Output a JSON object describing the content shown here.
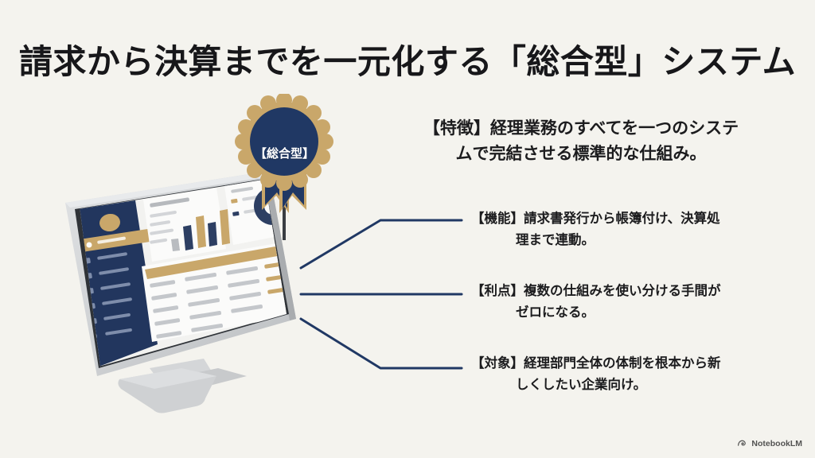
{
  "slide": {
    "background_color": "#f4f3ee",
    "title": "請求から決算までを一元化する「総合型」システム",
    "accent_navy": "#203864",
    "accent_gold": "#c9a76a",
    "text_color": "#1c1c1e"
  },
  "badge": {
    "label": "【総合型】",
    "circle_color": "#203864",
    "rim_color": "#c9a76a",
    "ribbon_color": "#203864"
  },
  "feature": {
    "line1": "【特徴】経理業務のすべてを一つのシステ",
    "line2": "ムで完結させる標準的な仕組み。",
    "full": "【特徴】経理業務のすべてを一つのシステムで完結させる標準的な仕組み。"
  },
  "bullets": [
    {
      "key": "機能",
      "line1": "【機能】請求書発行から帳簿付け、決算処",
      "line2": "理まで連動。",
      "full": "【機能】請求書発行から帳簿付け、決算処理まで連動。"
    },
    {
      "key": "利点",
      "line1": "【利点】複数の仕組みを使い分ける手間が",
      "line2": "ゼロになる。",
      "full": "【利点】複数の仕組みを使い分ける手間がゼロになる。"
    },
    {
      "key": "対象",
      "line1": "【対象】経理部門全体の体制を根本から新",
      "line2": "しくしたい企業向け。",
      "full": "【対象】経理部門全体の体制を根本から新しくしたい企業向け。"
    }
  ],
  "illustration": {
    "type": "desktop-monitor-dashboard",
    "bezel_color": "#c9cbcd",
    "screen_frame_color": "#2f3338",
    "sidebar_color": "#22365e",
    "sidebar_active_color": "#c9a76a",
    "stand_color": "#c4c6c8",
    "chart_bars": [
      "#b9bcc0",
      "#2d3f63",
      "#c9a76a",
      "#2d3f63",
      "#c9a76a"
    ]
  },
  "watermark": {
    "label": "NotebookLM",
    "icon": "notebooklm-icon"
  }
}
